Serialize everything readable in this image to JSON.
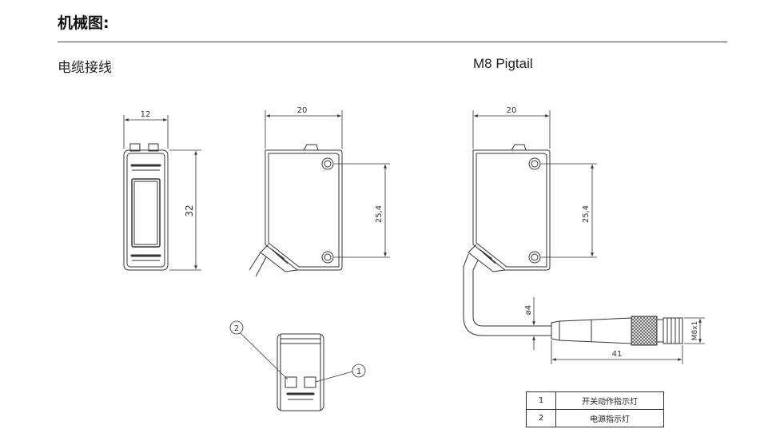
{
  "header": {
    "title": "机械图:"
  },
  "sections": {
    "left": "电缆接线",
    "right": "M8 Pigtail"
  },
  "dimensions": {
    "front_width": "12",
    "front_height": "32",
    "side_width": "20",
    "side_hole_spacing": "25,4",
    "pigtail_width": "20",
    "pigtail_hole_spacing": "25,4",
    "cable_diameter": "ø4",
    "connector_length": "41",
    "thread": "M8x1"
  },
  "callouts": {
    "c1": "1",
    "c2": "2"
  },
  "legend": [
    {
      "num": "1",
      "text": "开关动作指示灯"
    },
    {
      "num": "2",
      "text": "电源指示灯"
    }
  ]
}
